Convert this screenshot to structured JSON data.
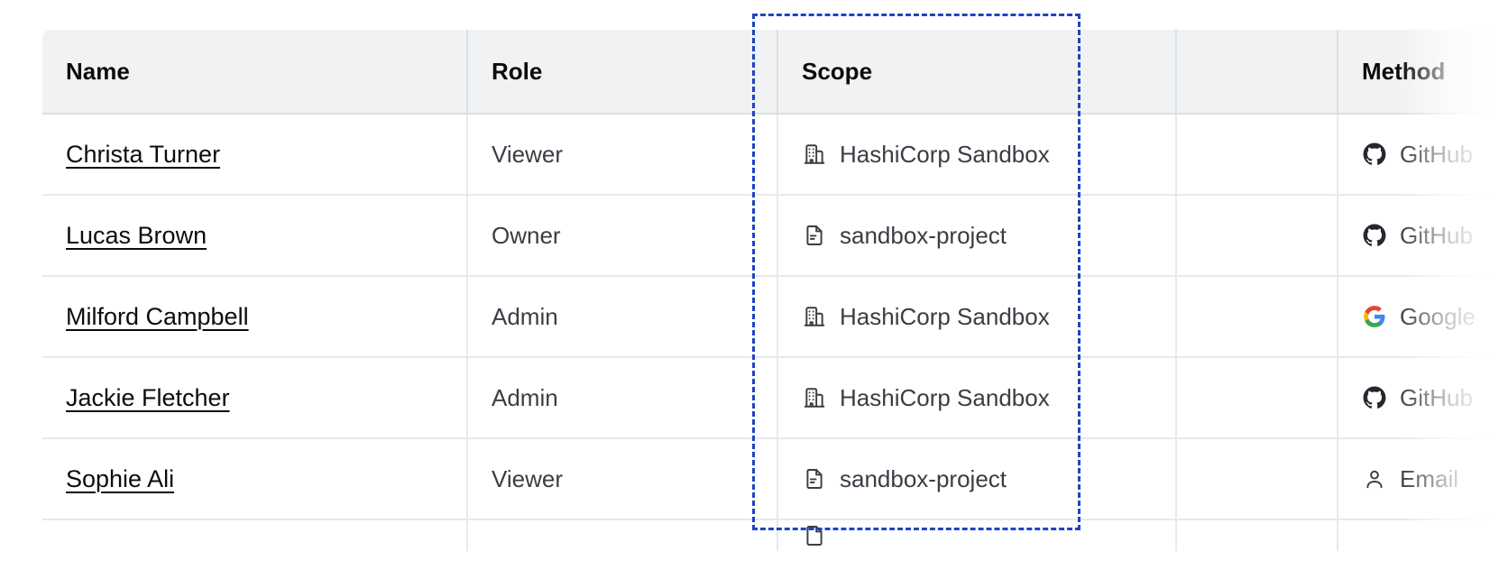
{
  "table": {
    "columns": [
      {
        "key": "name",
        "label": "Name"
      },
      {
        "key": "role",
        "label": "Role"
      },
      {
        "key": "scope",
        "label": "Scope"
      },
      {
        "key": "blank",
        "label": ""
      },
      {
        "key": "method",
        "label": "Method"
      }
    ],
    "rows": [
      {
        "name": "Christa Turner",
        "role": "Viewer",
        "scope": "HashiCorp Sandbox",
        "scope_icon": "organization-building-icon",
        "method": "GitHub",
        "method_icon": "github-icon"
      },
      {
        "name": "Lucas Brown",
        "role": "Owner",
        "scope": "sandbox-project",
        "scope_icon": "project-document-icon",
        "method": "GitHub",
        "method_icon": "github-icon"
      },
      {
        "name": "Milford Campbell",
        "role": "Admin",
        "scope": "HashiCorp Sandbox",
        "scope_icon": "organization-building-icon",
        "method": "Google",
        "method_icon": "google-icon"
      },
      {
        "name": "Jackie Fletcher",
        "role": "Admin",
        "scope": "HashiCorp Sandbox",
        "scope_icon": "organization-building-icon",
        "method": "GitHub",
        "method_icon": "github-icon"
      },
      {
        "name": "Sophie Ali",
        "role": "Viewer",
        "scope": "sandbox-project",
        "scope_icon": "project-document-icon",
        "method": "Email",
        "method_icon": "user-person-icon"
      }
    ]
  },
  "highlight": {
    "target_column": "Scope",
    "color": "#1c45c4",
    "style": "dashed"
  },
  "colors": {
    "header_background": "#f1f2f3",
    "header_text": "#0c0c0e",
    "body_text": "#3b3d45",
    "link_text": "#0c0c0e",
    "row_border": "#e7e9ec",
    "header_border": "#dcdfe3",
    "google_red": "#ea4335",
    "google_yellow": "#fbbc05",
    "google_green": "#34a853",
    "google_blue": "#4285f4",
    "github_black": "#24292f"
  }
}
